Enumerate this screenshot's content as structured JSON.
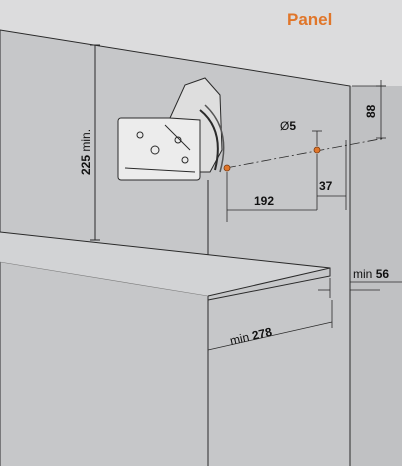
{
  "title": "Panel",
  "colors": {
    "background": "#dcdcdd",
    "cabinet": "#c6c7c9",
    "cabinet_side": "#b9babc",
    "shelf_top": "#d2d3d5",
    "line": "#2a2a2a",
    "accent": "#e0762a",
    "mechanism": "#ececec"
  },
  "dimensions": {
    "height_min": {
      "value": "225",
      "label": "min."
    },
    "hole_diameter": {
      "symbol": "Ø",
      "value": "5"
    },
    "offset_top": {
      "value": "88"
    },
    "horizontal": {
      "value": "192"
    },
    "horizontal_small": {
      "value": "37"
    },
    "side_clearance": {
      "label": "min",
      "value": "56"
    },
    "depth": {
      "label": "min",
      "value": "278"
    }
  }
}
